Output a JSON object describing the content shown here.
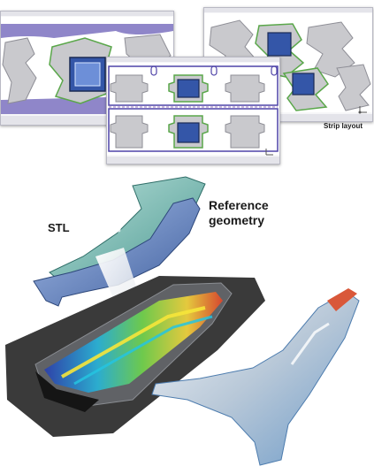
{
  "labels": {
    "strip_layout": "Strip layout",
    "stl": "STL",
    "reference_line1": "Reference",
    "reference_line2": "geometry"
  },
  "colors": {
    "band": "#8f86c9",
    "blank": "#c9c9cd",
    "outline_green": "#5aa74a",
    "die_blue": "#3456a8",
    "part_teal": "#5fa8a0",
    "part_blue": "#5a7ab8",
    "shadow": "#3a3a3a"
  },
  "icons": [
    "gizmo-axis-icon"
  ]
}
